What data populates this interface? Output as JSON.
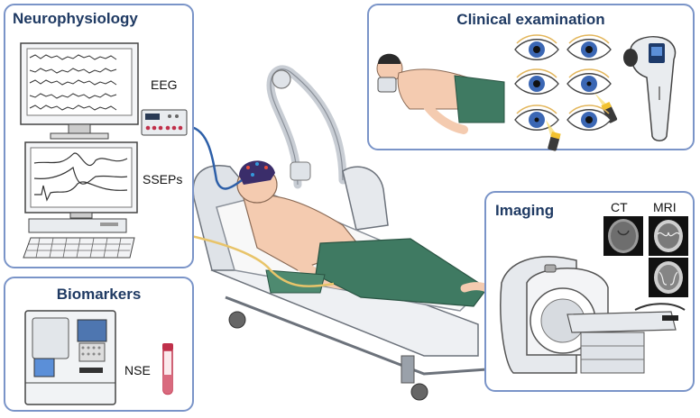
{
  "neurophysiology": {
    "title": "Neurophysiology",
    "eeg_label": "EEG",
    "sseps_label": "SSEPs"
  },
  "clinical": {
    "title": "Clinical examination"
  },
  "imaging": {
    "title": "Imaging",
    "ct_label": "CT",
    "mri_label": "MRI"
  },
  "biomarkers": {
    "title": "Biomarkers",
    "nse_label": "NSE"
  },
  "colors": {
    "panel_border": "#7a94c8",
    "title_text": "#1f3a63",
    "sheet_green": "#3f7a62",
    "skin": "#f4cbb0",
    "eye_iris": "#3b67b4",
    "penlight": "#f2c230",
    "cable_blue": "#2d5fa8",
    "cable_yellow": "#e8c46a",
    "tube_red": "#c0304a"
  },
  "icons": [
    "eeg-monitor-icon",
    "ssep-monitor-icon",
    "keyboard-icon",
    "amplifier-icon",
    "patient-bed-icon",
    "eye-icon",
    "penlight-icon",
    "pupillometer-icon",
    "ct-slice-icon",
    "mri-slice-icon",
    "mri-scanner-icon",
    "analyzer-icon",
    "blood-tube-icon"
  ]
}
